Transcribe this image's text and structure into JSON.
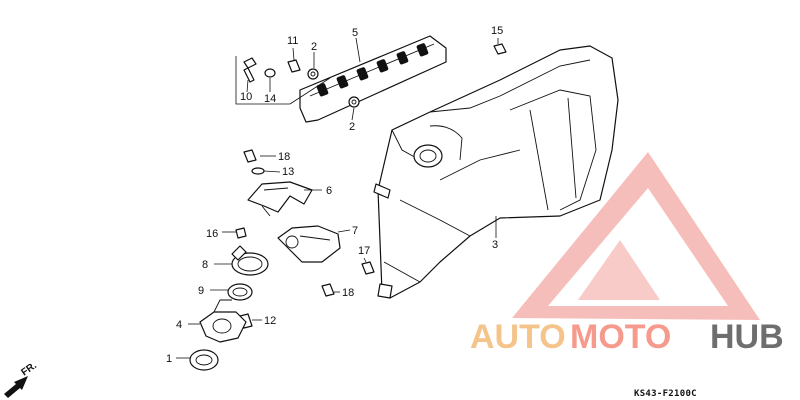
{
  "diagram": {
    "code": "KS43-F2100C",
    "direction_label": "FR.",
    "callouts": {
      "c1": "1",
      "c2a": "2",
      "c2b": "2",
      "c3": "3",
      "c4": "4",
      "c5": "5",
      "c6": "6",
      "c7": "7",
      "c8": "8",
      "c9": "9",
      "c10": "10",
      "c11": "11",
      "c12": "12",
      "c13": "13",
      "c14": "14",
      "c15": "15",
      "c16": "16",
      "c17": "17",
      "c18a": "18",
      "c18b": "18"
    }
  },
  "watermark": {
    "word_a": "AUTO",
    "word_b": "MOTO",
    "word_c": "HUB",
    "colors": {
      "auto": "#f4c48a",
      "moto": "#f59a8c",
      "hub": "#6e6e6e",
      "triangle": "#f29a94"
    }
  }
}
